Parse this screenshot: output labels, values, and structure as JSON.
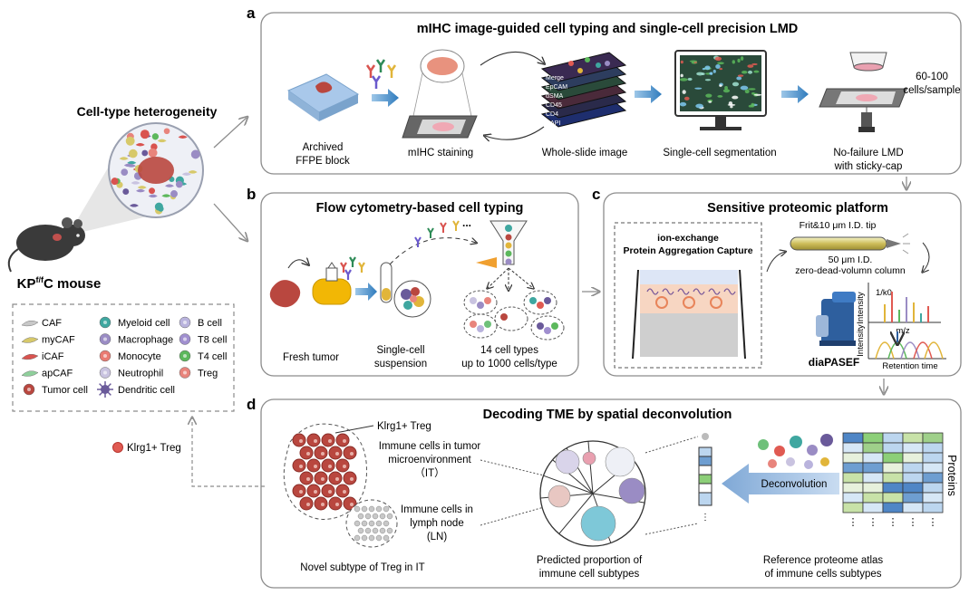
{
  "left": {
    "heading": "Cell-type heterogeneity",
    "mouse_label_prefix": "KP",
    "mouse_label_sup": "f/f",
    "mouse_label_suffix": "C mouse",
    "klrg_label": "Klrg1+ Treg",
    "legend": [
      {
        "label": "CAF",
        "color": "#c8c8c8"
      },
      {
        "label": "myCAF",
        "color": "#d7c96a"
      },
      {
        "label": "iCAF",
        "color": "#d9534f"
      },
      {
        "label": "apCAF",
        "color": "#8fcf9b"
      },
      {
        "label": "Tumor cell",
        "color": "#b9473f"
      },
      {
        "label": "Myeloid cell",
        "color": "#3fa7a0"
      },
      {
        "label": "Macrophage",
        "color": "#9a8cc4"
      },
      {
        "label": "Monocyte",
        "color": "#e97b72"
      },
      {
        "label": "Neutrophil",
        "color": "#c9c3e0"
      },
      {
        "label": "Dendritic cell",
        "color": "#6a5a9a"
      },
      {
        "label": "B cell",
        "color": "#b9b3dd"
      },
      {
        "label": "T8 cell",
        "color": "#a08fcf"
      },
      {
        "label": "T4 cell",
        "color": "#5cb85c"
      },
      {
        "label": "Treg",
        "color": "#e8847c"
      }
    ]
  },
  "panel_a": {
    "letter": "a",
    "title": "mIHC image-guided cell typing and single-cell precision LMD",
    "steps": [
      "Archived",
      "FFPE block",
      "mIHC staining",
      "Whole-slide image",
      "Single-cell segmentation",
      "No-failure LMD",
      "with sticky-cap"
    ],
    "stack_labels": [
      "Merge",
      "EpCAM",
      "αSMA",
      "CD45",
      "CD4",
      "DAPI"
    ],
    "cells_per_sample": [
      "60-100",
      "cells/sample"
    ]
  },
  "panel_b": {
    "letter": "b",
    "title": "Flow cytometry-based cell typing",
    "fresh_tumor": "Fresh tumor",
    "suspension": [
      "Single-cell",
      "suspension"
    ],
    "cell_types": [
      "14 cell types",
      "up to 1000 cells/type"
    ],
    "dots": "..."
  },
  "panel_c": {
    "letter": "c",
    "title": "Sensitive proteomic platform",
    "capture": [
      "ion-exchange",
      "Protein Aggregation Capture"
    ],
    "tip": "Frit&10 μm I.D. tip",
    "column": [
      "50 μm I.D.",
      "zero-dead-volumn column"
    ],
    "instrument": "diaPASEF",
    "axis1_y": "Intensity",
    "axis1_x": "m/z",
    "axis1_k0": "1/k0",
    "axis2_y": "Intensity",
    "axis2_x": "Retention time"
  },
  "panel_d": {
    "letter": "d",
    "title": "Decoding TME by spatial deconvolution",
    "klrg": "Klrg1+ Treg",
    "it": [
      "Immune cells in tumor",
      "microenvironment",
      "（IT）"
    ],
    "ln": [
      "Immune cells in",
      "lymph node",
      "(LN)"
    ],
    "novel": "Novel subtype of Treg in IT",
    "pie_label": [
      "Predicted proportion of",
      "immune cell subtypes"
    ],
    "deconv": "Deconvolution",
    "proteins": "Proteins",
    "atlas": [
      "Reference proteome atlas",
      "of immune cells subtypes"
    ]
  },
  "colors": {
    "panel_border": "#8c8c8c",
    "arrow_blue": "#4a8fc4",
    "tumor_red": "#b9473f",
    "yellow": "#f2b705"
  }
}
